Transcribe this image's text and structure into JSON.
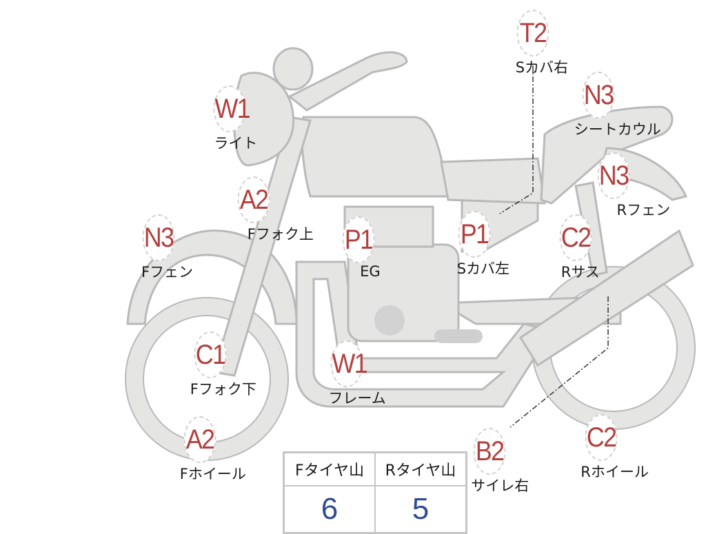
{
  "callouts": [
    {
      "code": "T2",
      "label": "Sカバ右"
    },
    {
      "code": "N3",
      "label": "シートカウル"
    },
    {
      "code": "W1",
      "label": "ライト"
    },
    {
      "code": "N3",
      "label": "Rフェン"
    },
    {
      "code": "A2",
      "label": "Fフォク上"
    },
    {
      "code": "N3",
      "label": "Fフェン"
    },
    {
      "code": "P1",
      "label": "EG"
    },
    {
      "code": "P1",
      "label": "Sカバ左"
    },
    {
      "code": "C2",
      "label": "Rサス"
    },
    {
      "code": "C1",
      "label": "Fフォク下"
    },
    {
      "code": "W1",
      "label": "フレーム"
    },
    {
      "code": "A2",
      "label": "Fホイール"
    },
    {
      "code": "B2",
      "label": "サイレ右"
    },
    {
      "code": "C2",
      "label": "Rホイール"
    }
  ],
  "tread_table": {
    "headers": [
      "Fタイヤ山",
      "Rタイヤ山"
    ],
    "values": [
      "6",
      "5"
    ]
  },
  "colors": {
    "code": "#b3403f",
    "value": "#2f4d8f",
    "part": "#e5e5e3"
  }
}
